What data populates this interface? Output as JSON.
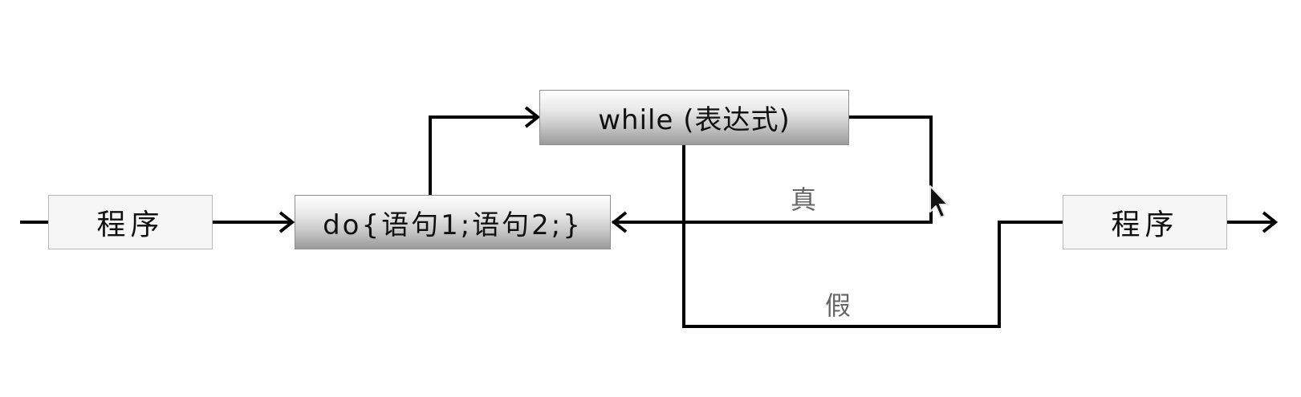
{
  "nodes": {
    "start": {
      "label": "程序"
    },
    "do_block": {
      "label": "do{语句1;语句2;}"
    },
    "while_cond": {
      "label": "while (表达式)"
    },
    "end": {
      "label": "程序"
    }
  },
  "edges": {
    "true_label": "真",
    "false_label": "假"
  },
  "colors": {
    "line": "#000000",
    "label_text": "#666666"
  },
  "cursor": {
    "icon": "arrow-pointer-icon"
  }
}
